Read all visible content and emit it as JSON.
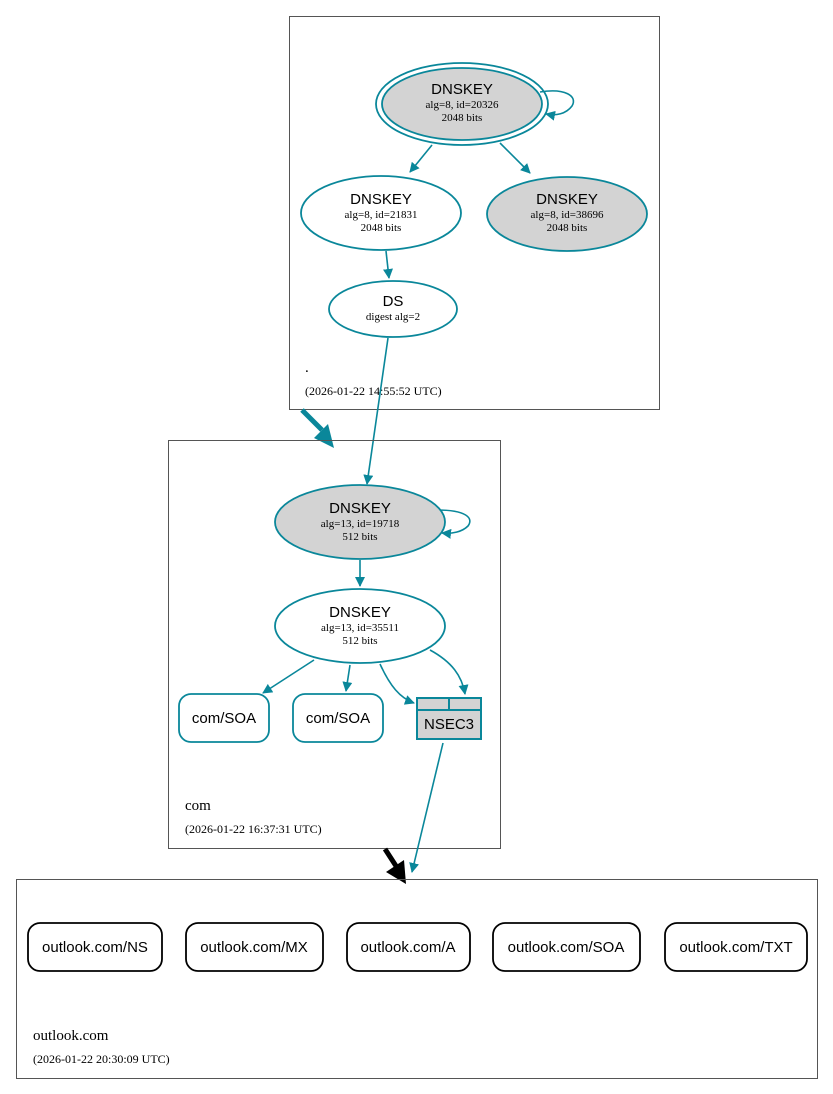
{
  "zones": {
    "root": {
      "name": ".",
      "timestamp": "(2026-01-22 14:55:52 UTC)"
    },
    "com": {
      "name": "com",
      "timestamp": "(2026-01-22 16:37:31 UTC)"
    },
    "outlook": {
      "name": "outlook.com",
      "timestamp": "(2026-01-22 20:30:09 UTC)"
    }
  },
  "nodes": {
    "root_ksk": {
      "title": "DNSKEY",
      "line1": "alg=8, id=20326",
      "line2": "2048 bits"
    },
    "root_zsk": {
      "title": "DNSKEY",
      "line1": "alg=8, id=21831",
      "line2": "2048 bits"
    },
    "root_key3": {
      "title": "DNSKEY",
      "line1": "alg=8, id=38696",
      "line2": "2048 bits"
    },
    "root_ds": {
      "title": "DS",
      "line1": "digest alg=2"
    },
    "com_ksk": {
      "title": "DNSKEY",
      "line1": "alg=13, id=19718",
      "line2": "512 bits"
    },
    "com_zsk": {
      "title": "DNSKEY",
      "line1": "alg=13, id=35511",
      "line2": "512 bits"
    },
    "com_soa1": {
      "label": "com/SOA"
    },
    "com_soa2": {
      "label": "com/SOA"
    },
    "com_nsec3": {
      "label": "NSEC3"
    },
    "outlook_ns": {
      "label": "outlook.com/NS"
    },
    "outlook_mx": {
      "label": "outlook.com/MX"
    },
    "outlook_a": {
      "label": "outlook.com/A"
    },
    "outlook_soa": {
      "label": "outlook.com/SOA"
    },
    "outlook_txt": {
      "label": "outlook.com/TXT"
    }
  },
  "colors": {
    "secure": "#0a879a",
    "ksk_fill": "#d3d3d3",
    "delegation_insecure": "#000000"
  }
}
